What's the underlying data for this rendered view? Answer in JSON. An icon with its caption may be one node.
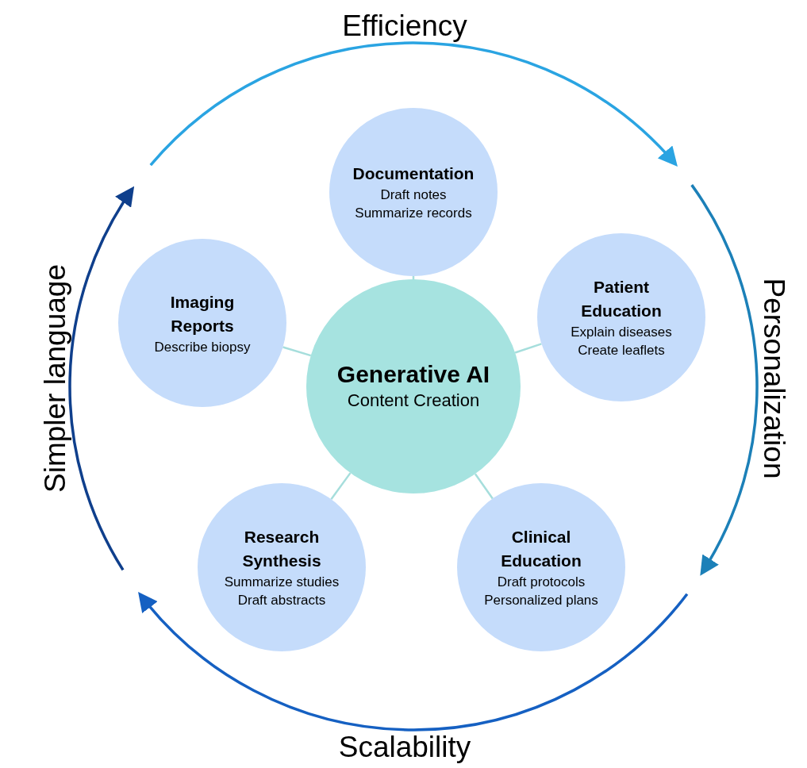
{
  "diagram": {
    "nodes": [
      {
        "text": [
          "Generative AI",
          "Content Creation"
        ]
      },
      {
        "text": [
          "Documentation",
          "Draft notes",
          "Summarize records"
        ]
      },
      {
        "text": [
          "Patient Education",
          "Explain diseases",
          "Create leaflets"
        ]
      },
      {
        "text": [
          "Clinical Education",
          "Draft protocols",
          "Personalized plans"
        ]
      },
      {
        "text": [
          "Research Synthesis",
          "Summarize studies",
          "Draft abstracts"
        ]
      },
      {
        "text": [
          "Imaging Reports",
          "Describe biopsy"
        ]
      }
    ],
    "edges": [
      {
        "from": 0,
        "to": 1,
        "arrow": "none"
      },
      {
        "from": 0,
        "to": 2,
        "arrow": "none"
      },
      {
        "from": 0,
        "to": 3,
        "arrow": "none"
      },
      {
        "from": 0,
        "to": 4,
        "arrow": "none"
      },
      {
        "from": 0,
        "to": 5,
        "arrow": "none"
      }
    ],
    "labels": [
      "Efficiency",
      "Personalization",
      "Scalability",
      "Simpler language"
    ]
  }
}
